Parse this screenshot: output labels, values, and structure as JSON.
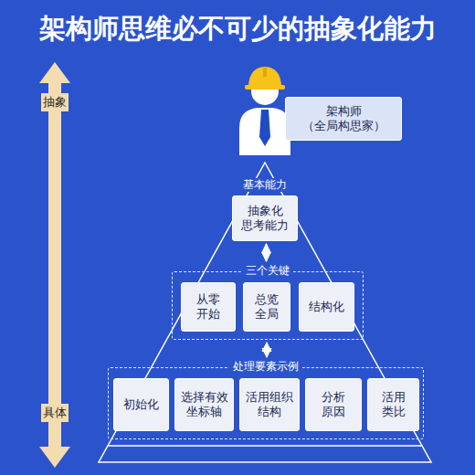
{
  "diagram": {
    "title": "架构师思维必不可少的抽象化能力",
    "nodes": [
      {
        "text": [
          "架构师 （全局构思家）"
        ]
      },
      {
        "text": [
          "基本能力",
          "抽象化 思考能力"
        ]
      },
      {
        "text": [
          "三个关键"
        ]
      },
      {
        "text": [
          "从零 开始"
        ],
        "in": 2
      },
      {
        "text": [
          "总览 全局"
        ],
        "in": 2
      },
      {
        "text": [
          "结构化"
        ],
        "in": 2
      },
      {
        "text": [
          "处理要素示例"
        ]
      },
      {
        "text": [
          "初始化"
        ],
        "in": 6
      },
      {
        "text": [
          "选择有效 坐标轴"
        ],
        "in": 6
      },
      {
        "text": [
          "活用组织 结构"
        ],
        "in": 6
      },
      {
        "text": [
          "分析 原因"
        ],
        "in": 6
      },
      {
        "text": [
          "活用 类比"
        ],
        "in": 6
      }
    ],
    "edges": [
      {
        "from": 1,
        "to": 2,
        "arrow": "both"
      },
      {
        "from": 2,
        "to": 6,
        "arrow": "both"
      }
    ],
    "labels": [
      "抽象",
      "具体"
    ]
  }
}
